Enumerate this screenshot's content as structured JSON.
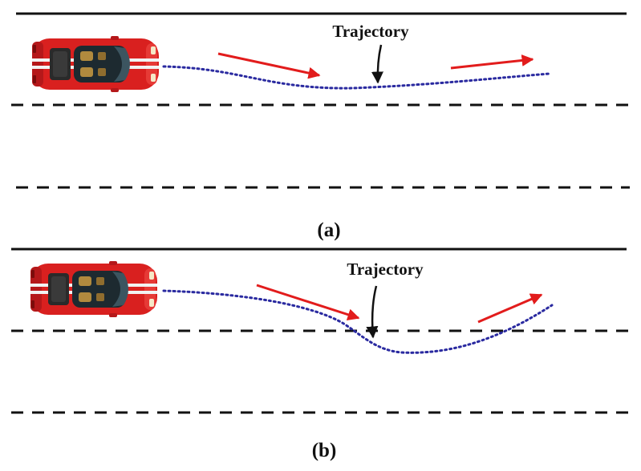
{
  "panel_a": {
    "trajectory_label": "Trajectory",
    "panel_label": "(a)"
  },
  "panel_b": {
    "trajectory_label": "Trajectory",
    "panel_label": "(b)"
  },
  "colors": {
    "road_line": "#111111",
    "trajectory": "#2a2aa0",
    "direction_arrow": "#e21c1c",
    "pointer_arrow": "#111111",
    "car_body": "#d9201f",
    "car_stripe": "#f2f2f2",
    "car_glass": "#1d2a30"
  },
  "icons": {
    "vehicle": "red-sports-car-topdown-icon",
    "direction": "red-arrow-icon",
    "pointer": "black-down-arrow-icon"
  }
}
